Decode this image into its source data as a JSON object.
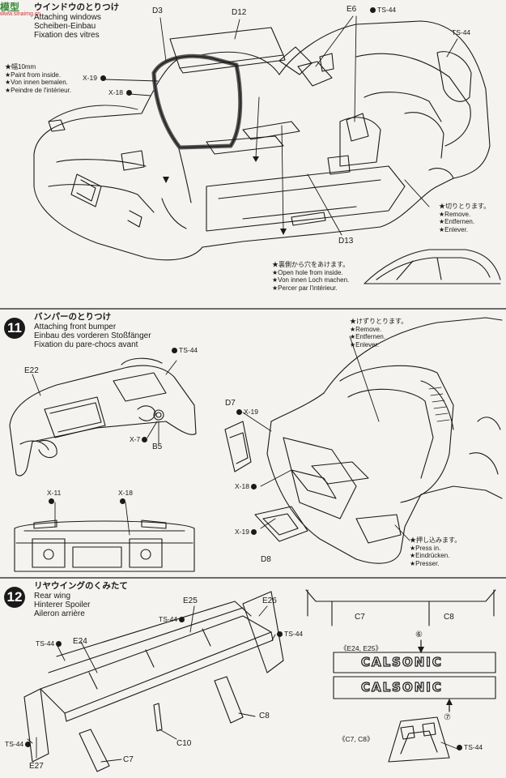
{
  "watermark": {
    "main": "模型",
    "sub": "www.sinaimg.cn"
  },
  "step10": {
    "title_jp": "ウインドウのとりつけ",
    "title_en": "Attaching windows",
    "title_de": "Scheiben-Einbau",
    "title_fr": "Fixation des vitres",
    "note_width": [
      "★幅10mm",
      "★Paint from inside.",
      "★Von innen bemalen.",
      "★Peindre de l'intérieur."
    ],
    "note_remove": [
      "★切りとります。",
      "★Remove.",
      "★Entfernen.",
      "★Enlever."
    ],
    "note_hole": [
      "★裏側から穴をあけます。",
      "★Open hole from inside.",
      "★Von innen Loch machen.",
      "★Percer par l'intérieur."
    ],
    "labels": {
      "d3": "D3",
      "d12": "D12",
      "e6": "E6",
      "ts44": "TS-44",
      "ts44b": "TS-44",
      "x19": "X-19",
      "x18": "X-18",
      "d13": "D13"
    }
  },
  "step11": {
    "number": "11",
    "title_jp": "バンパーのとりつけ",
    "title_en": "Attaching front bumper",
    "title_de": "Einbau des vorderen Stoßfänger",
    "title_fr": "Fixation du pare-chocs avant",
    "note_remove": [
      "★けずりとります。",
      "★Remove.",
      "★Entfernen.",
      "★Enlever."
    ],
    "note_press": [
      "★押し込みます。",
      "★Press in.",
      "★Eindrücken.",
      "★Presser."
    ],
    "labels": {
      "ts44": "TS-44",
      "e22": "E22",
      "x7": "X-7",
      "b5": "B5",
      "x11": "X-11",
      "x18": "X-18",
      "d7": "D7",
      "x19": "X-19",
      "x18b": "X-18",
      "x19b": "X-19",
      "d8": "D8"
    }
  },
  "step12": {
    "number": "12",
    "title_jp": "リヤウイングのくみたて",
    "title_en": "Rear wing",
    "title_de": "Hinterer Spoiler",
    "title_fr": "Aileron arrière",
    "labels": {
      "e25": "E25",
      "e26": "E26",
      "ts44a": "TS-44",
      "ts44b": "TS-44",
      "ts44c": "TS-44",
      "e24": "E24",
      "ts44d": "TS-44",
      "c8": "C8",
      "c10": "C10",
      "c7": "C7",
      "e27": "E27",
      "c7r": "C7",
      "c8r": "C8",
      "e24e25": "《E24, E25》",
      "c7c8": "《C7, C8》",
      "ts44e": "TS-44",
      "n6": "⑥",
      "n7": "⑦"
    },
    "logo": "CALSONIC"
  }
}
